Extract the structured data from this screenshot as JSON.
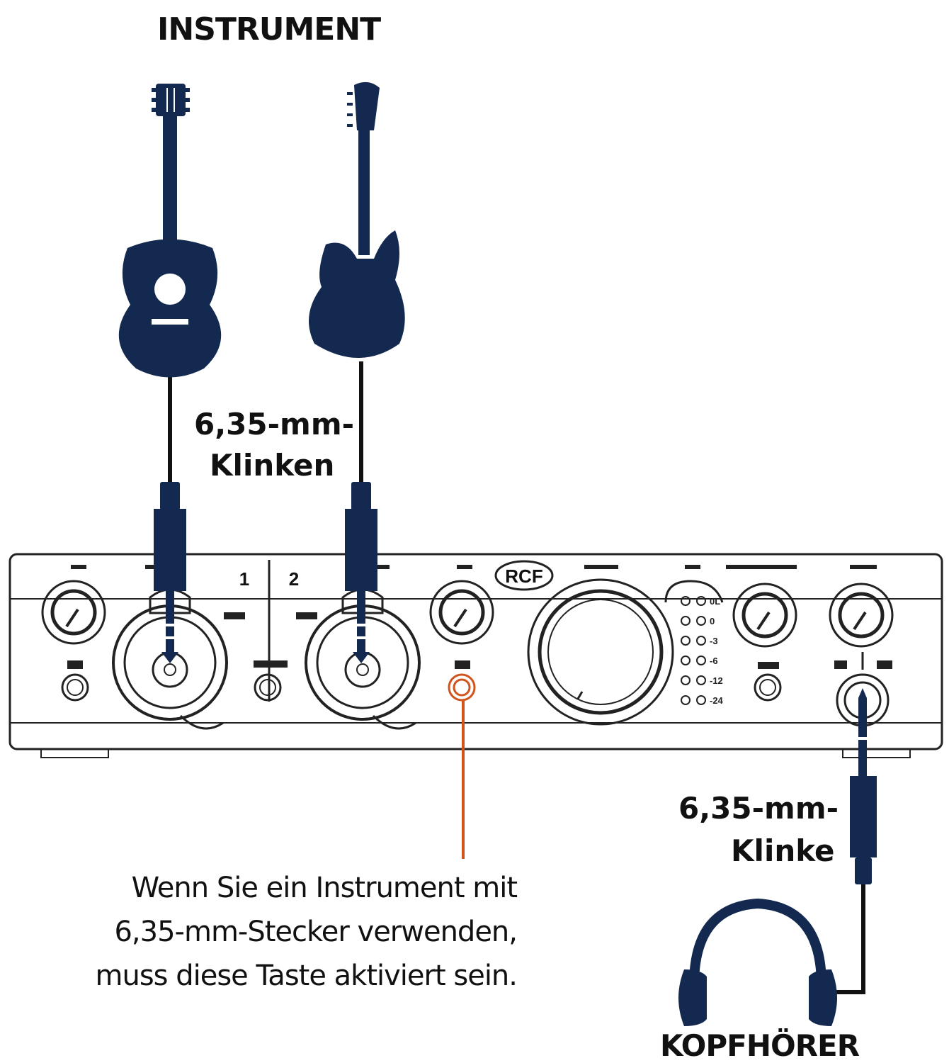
{
  "labels": {
    "instrument": "INSTRUMENT",
    "input_jacks_line1": "6,35-mm-",
    "input_jacks_line2": "Klinken",
    "phone_jack_line1": "6,35-mm-",
    "phone_jack_line2": "Klinke",
    "headphones": "KOPFHÖRER"
  },
  "note": {
    "lines": [
      "Wenn Sie ein Instrument mit",
      "6,35-mm-Stecker verwenden,",
      "muss diese Taste aktiviert sein."
    ]
  },
  "panel": {
    "brand": "RCF",
    "channel_1": "1",
    "channel_2": "2",
    "meter_marks": [
      "0L",
      "0",
      "-3",
      "-6",
      "-12",
      "-24"
    ]
  },
  "colors": {
    "instrument_navy": "#14294f",
    "cable_black": "#111111",
    "highlight_orange": "#d0541c",
    "panel_line": "#222222"
  },
  "icons": [
    "acoustic-guitar-icon",
    "electric-guitar-icon",
    "headphones-icon",
    "jack-plug-icon"
  ]
}
